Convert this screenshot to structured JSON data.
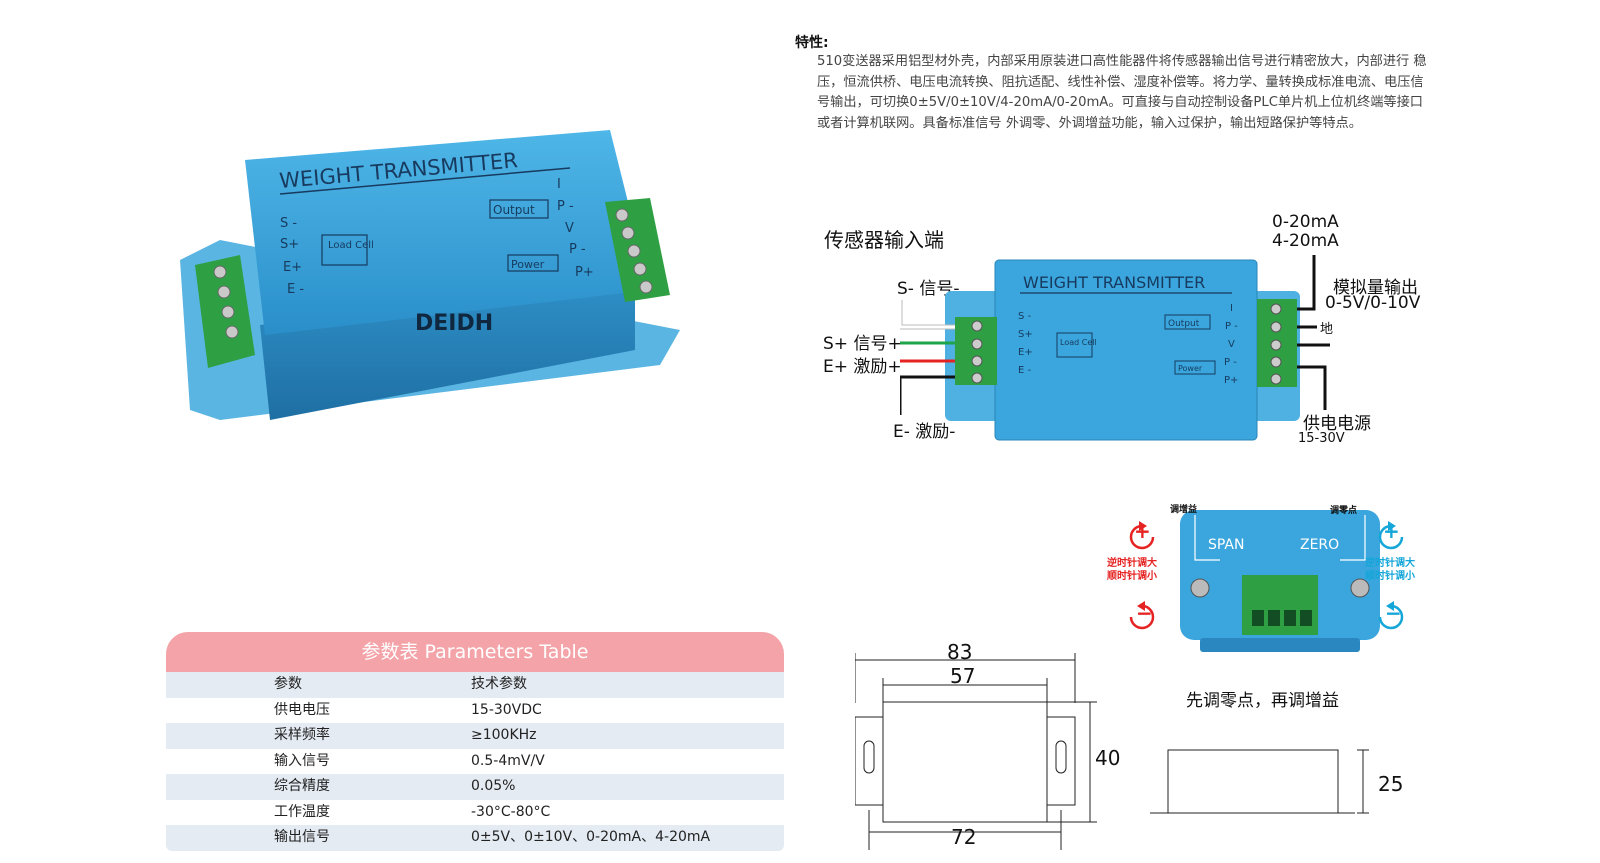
{
  "features": {
    "title": "特性:",
    "body": "510变送器采用铝型材外壳，内部采用原装进口高性能器件将传感器输出信号进行精密放大，内部进行  稳压，恒流供桥、电压电流转换、阻抗适配、线性补偿、湿度补偿等。将力学、量转换成标准电流、电压信号输出，可切换0±5V/0±10V/4-20mA/0-20mA。可直接与自动控制设备PLC单片机上位机终端等接口或者计算机联网。具备标准信号 外调零、外调增益功能，输入过保护，输出短路保护等特点。"
  },
  "product": {
    "label": "WEIGHT  TRANSMITTER",
    "brand": "DEIDH",
    "load_cell": "Load Cell",
    "output": "Output",
    "power": "Power",
    "pins_left": [
      "S -",
      "S+",
      "E+",
      "E -"
    ],
    "pins_right": [
      "I",
      "P -",
      "V",
      "P -",
      "P+"
    ]
  },
  "wiring": {
    "sensor_input_title": "传感器输入端",
    "s_minus": "S- 信号-",
    "s_plus": "S+ 信号+",
    "e_plus": "E+ 激励+",
    "e_minus": "E- 激励-",
    "current_out_1": "0-20mA",
    "current_out_2": "4-20mA",
    "analog_out_title": "模拟量输出",
    "analog_out_range": "0-5V/0-10V",
    "ground": "地",
    "power_supply": "供电电源",
    "power_range": "15-30V",
    "wire_colors": {
      "s_minus": "#ffffff",
      "s_plus": "#1ea54a",
      "e_plus": "#e52322",
      "e_minus": "#111111"
    }
  },
  "adjust": {
    "gain_label": "调增益",
    "zero_label": "调零点",
    "span": "SPAN",
    "zero": "ZERO",
    "left_hint_1": "逆时针调大",
    "left_hint_2": "顺时针调小",
    "right_hint_1": "逆时针调大",
    "right_hint_2": "顺时针调小",
    "plus": "+",
    "minus": "−",
    "caption": "先调零点，再调增益"
  },
  "dimensions": {
    "total_width": "83",
    "body_width": "57",
    "height": "40",
    "hole_spacing": "72",
    "depth": "25"
  },
  "params": {
    "title": "参数表  Parameters Table",
    "columns": [
      "参数",
      "技术参数"
    ],
    "rows": [
      [
        "供电电压",
        "15-30VDC"
      ],
      [
        "采样频率",
        "≥100KHz"
      ],
      [
        "输入信号",
        "0.5-4mV/V"
      ],
      [
        "综合精度",
        "0.05%"
      ],
      [
        "工作温度",
        "-30°C-80°C"
      ],
      [
        "输出信号",
        "0±5V、0±10V、0-20mA、4-20mA"
      ]
    ]
  },
  "colors": {
    "housing": "#3aa6dd",
    "terminal": "#2ea043",
    "table_header": "#f4a4a8",
    "table_shade": "#e4ebf2",
    "red_hint": "#e52322",
    "cyan_hint": "#14a6d9"
  }
}
